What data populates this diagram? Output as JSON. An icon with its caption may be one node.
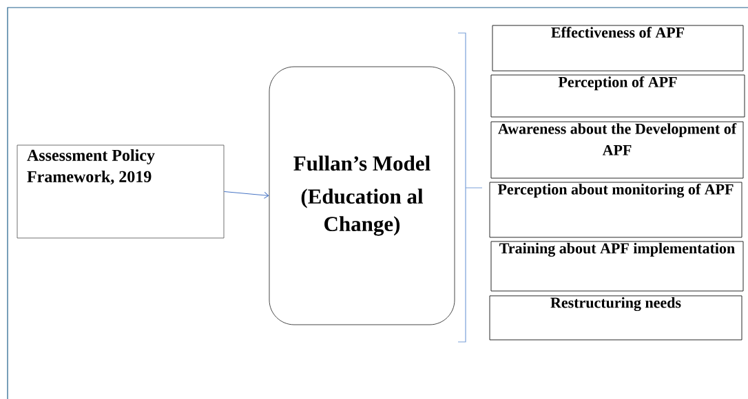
{
  "diagram": {
    "nodes": [
      {
        "text": [
          "Assessment Policy Framework, 2019"
        ]
      },
      {
        "text": [
          "Fullan’s Model",
          "(Education al Change)"
        ]
      },
      {
        "text": [
          "Effectiveness of APF"
        ]
      },
      {
        "text": [
          "Perception of APF"
        ]
      },
      {
        "text": [
          "Awareness about the Development of APF"
        ]
      },
      {
        "text": [
          "Perception about monitoring of APF"
        ]
      },
      {
        "text": [
          "Training about APF implementation"
        ]
      },
      {
        "text": [
          "Restructuring needs"
        ]
      }
    ],
    "edges": [
      {
        "from": 0,
        "to": 1,
        "arrow": "to"
      }
    ]
  }
}
